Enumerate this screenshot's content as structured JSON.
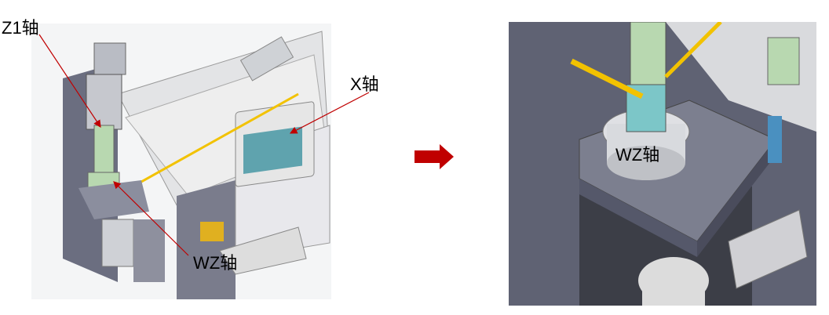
{
  "labels": {
    "z1_axis": "Z1轴",
    "x_axis": "X轴",
    "wz_axis_left": "WZ轴",
    "wz_axis_right": "WZ轴"
  },
  "colors": {
    "leader_line": "#c00000",
    "transition_arrow": "#c00000",
    "highlight_shaft": "#f2c200"
  }
}
